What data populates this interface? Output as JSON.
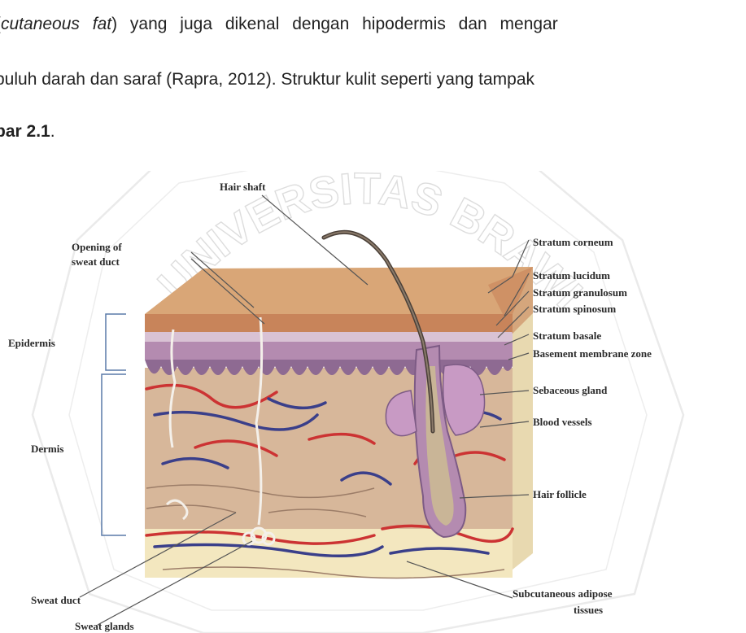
{
  "text": {
    "line1_part1": "cutaneous fat",
    "line1_part2": ") yang juga dikenal dengan hipodermis dan mengar",
    "line2": "buluh darah dan saraf (Rapra, 2012). Struktur kulit seperti yang tampak",
    "line3_bold": "bar 2.1",
    "line3_tail": "."
  },
  "watermark": {
    "text": "UNIVERSITAS BRAWIJAYA"
  },
  "figure": {
    "labels": {
      "hair_shaft": "Hair shaft",
      "opening_line1": "Opening of",
      "opening_line2": "sweat duct",
      "epidermis": "Epidermis",
      "dermis": "Dermis",
      "sweat_duct": "Sweat duct",
      "sweat_glands": "Sweat glands",
      "stratum_corneum": "Stratum corneum",
      "stratum_lucidum": "Stratum lucidum",
      "stratum_granulosum": "Stratum granulosum",
      "stratum_spinosum": "Stratum spinosum",
      "stratum_basale": "Stratum basale",
      "basement_membrane": "Basement membrane zone",
      "sebaceous_gland": "Sebaceous gland",
      "blood_vessels": "Blood vessels",
      "hair_follicle": "Hair follicle",
      "subcutaneous_line1": "Subcutaneous adipose",
      "subcutaneous_line2": "tissues"
    }
  },
  "colors": {
    "epidermis_top": "#d9a677",
    "epidermis_side": "#c8845a",
    "layer_purple": "#b48bb0",
    "dermis": "#d7b79a",
    "subcutaneous": "#f3e7bf",
    "vessel_red": "#cc3333",
    "vessel_blue": "#3a3f8a"
  }
}
